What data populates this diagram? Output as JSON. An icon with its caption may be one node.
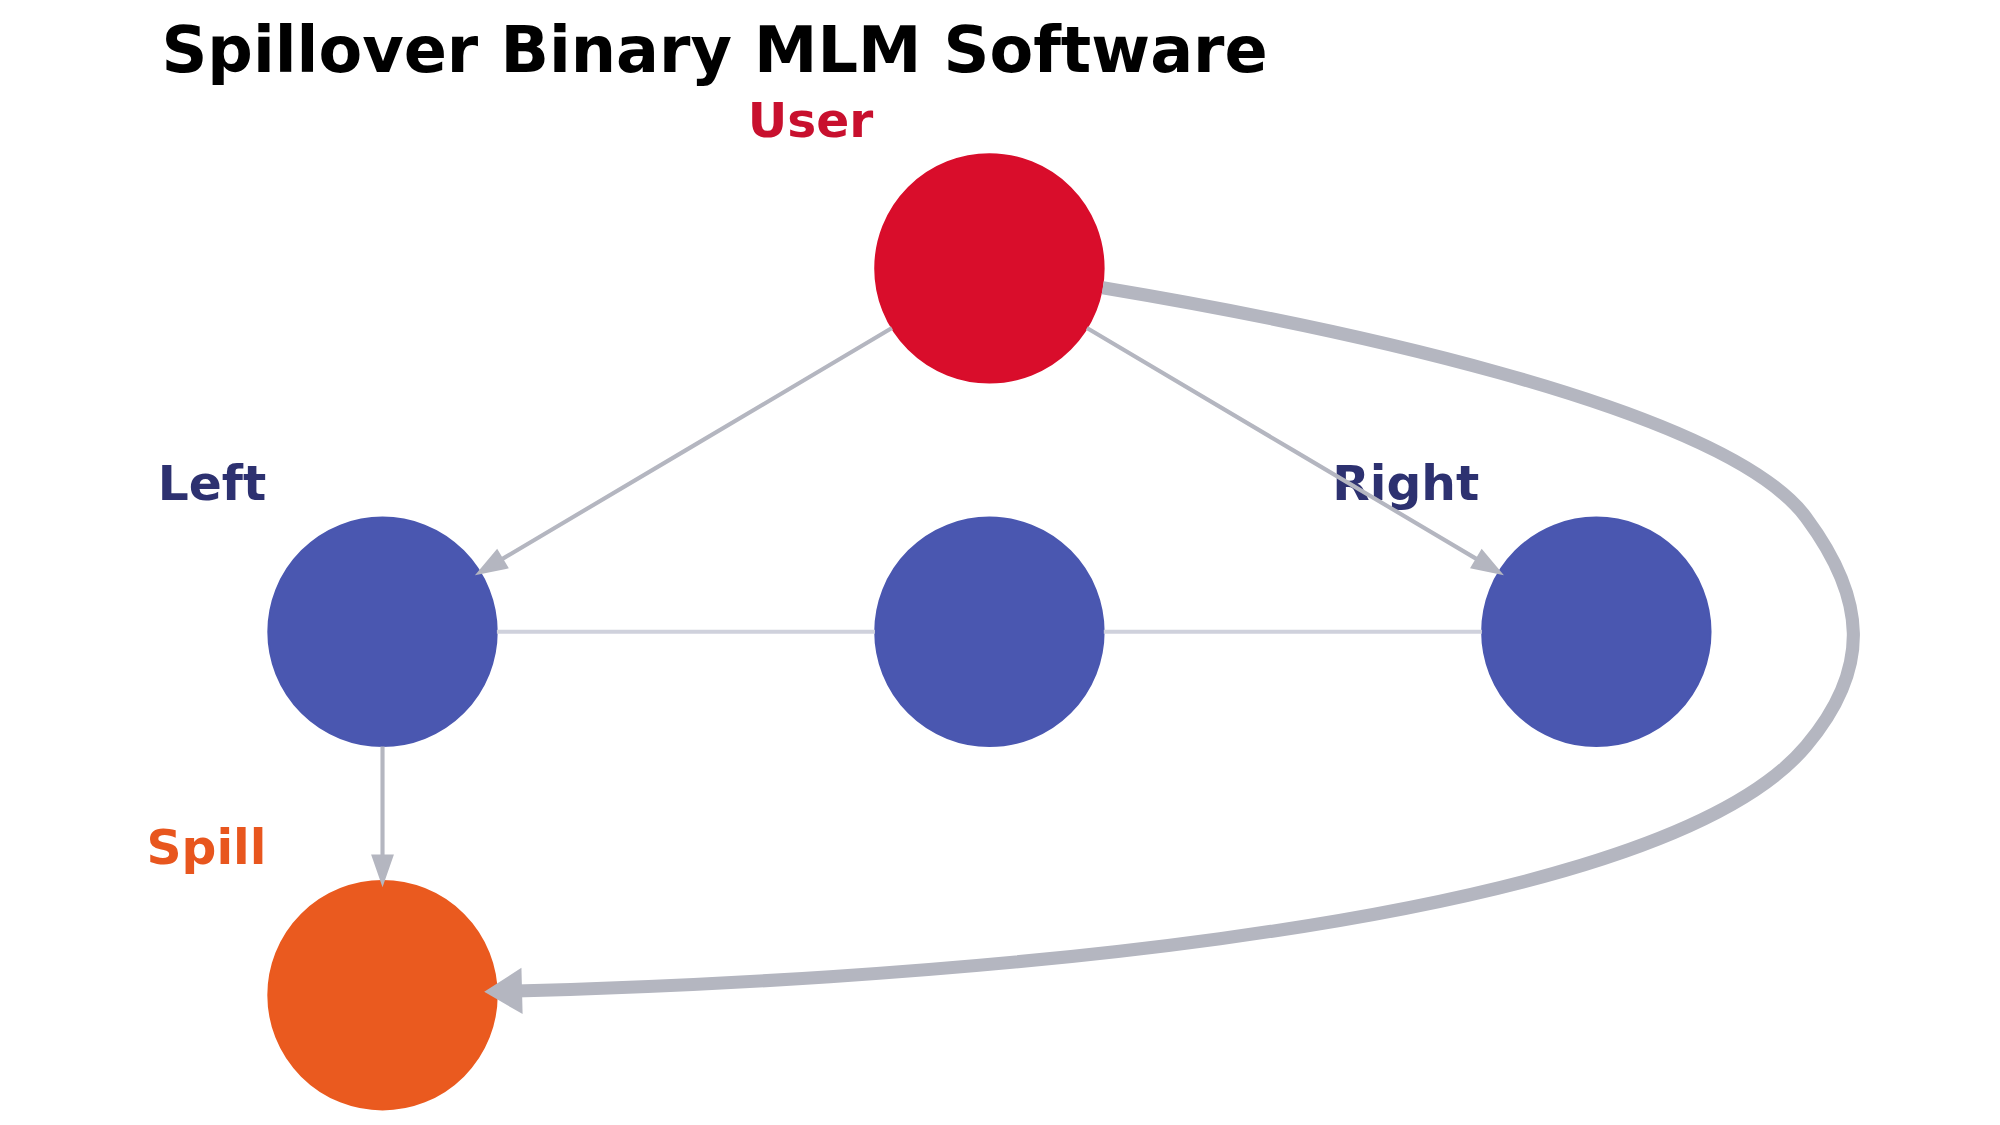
{
  "diagram": {
    "title": "Spillover Binary MLM Software",
    "nodes": [
      {
        "text": [
          "User"
        ]
      },
      {
        "text": [
          "Left"
        ]
      },
      {
        "text": [],
        "shape": "person"
      },
      {
        "text": [
          "Right"
        ]
      },
      {
        "text": [
          "Spill"
        ]
      }
    ],
    "edges": [
      {
        "from": 0,
        "to": 1,
        "arrow": "to"
      },
      {
        "from": 0,
        "to": 3,
        "arrow": "to"
      },
      {
        "from": 0,
        "to": 4,
        "arrow": "to",
        "style": "thick"
      },
      {
        "from": 1,
        "to": 4,
        "arrow": "to"
      },
      {
        "from": 1,
        "to": 2,
        "arrow": "none",
        "color": "#cfd1dc"
      },
      {
        "from": 2,
        "to": 3,
        "arrow": "none",
        "color": "#cfd1dc"
      }
    ]
  }
}
